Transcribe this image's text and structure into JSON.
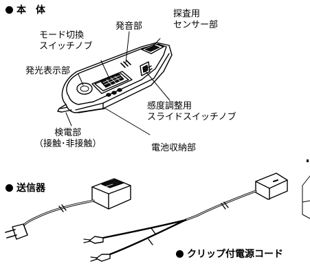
{
  "main_body": {
    "heading": "本　体",
    "labels": {
      "sensor": "探査用\nセンサー部",
      "buzzer": "発音部",
      "mode_switch": "モード切換\nスイッチノブ",
      "led": "発光表示部",
      "sensitivity": "感度調整用\nスライドスイッチノブ",
      "probe": "検電部\n（接触･非接触）",
      "battery": "電池収納部"
    }
  },
  "transmitter": {
    "heading": "送信器"
  },
  "clip_cord": {
    "heading": "クリップ付電源コード"
  }
}
